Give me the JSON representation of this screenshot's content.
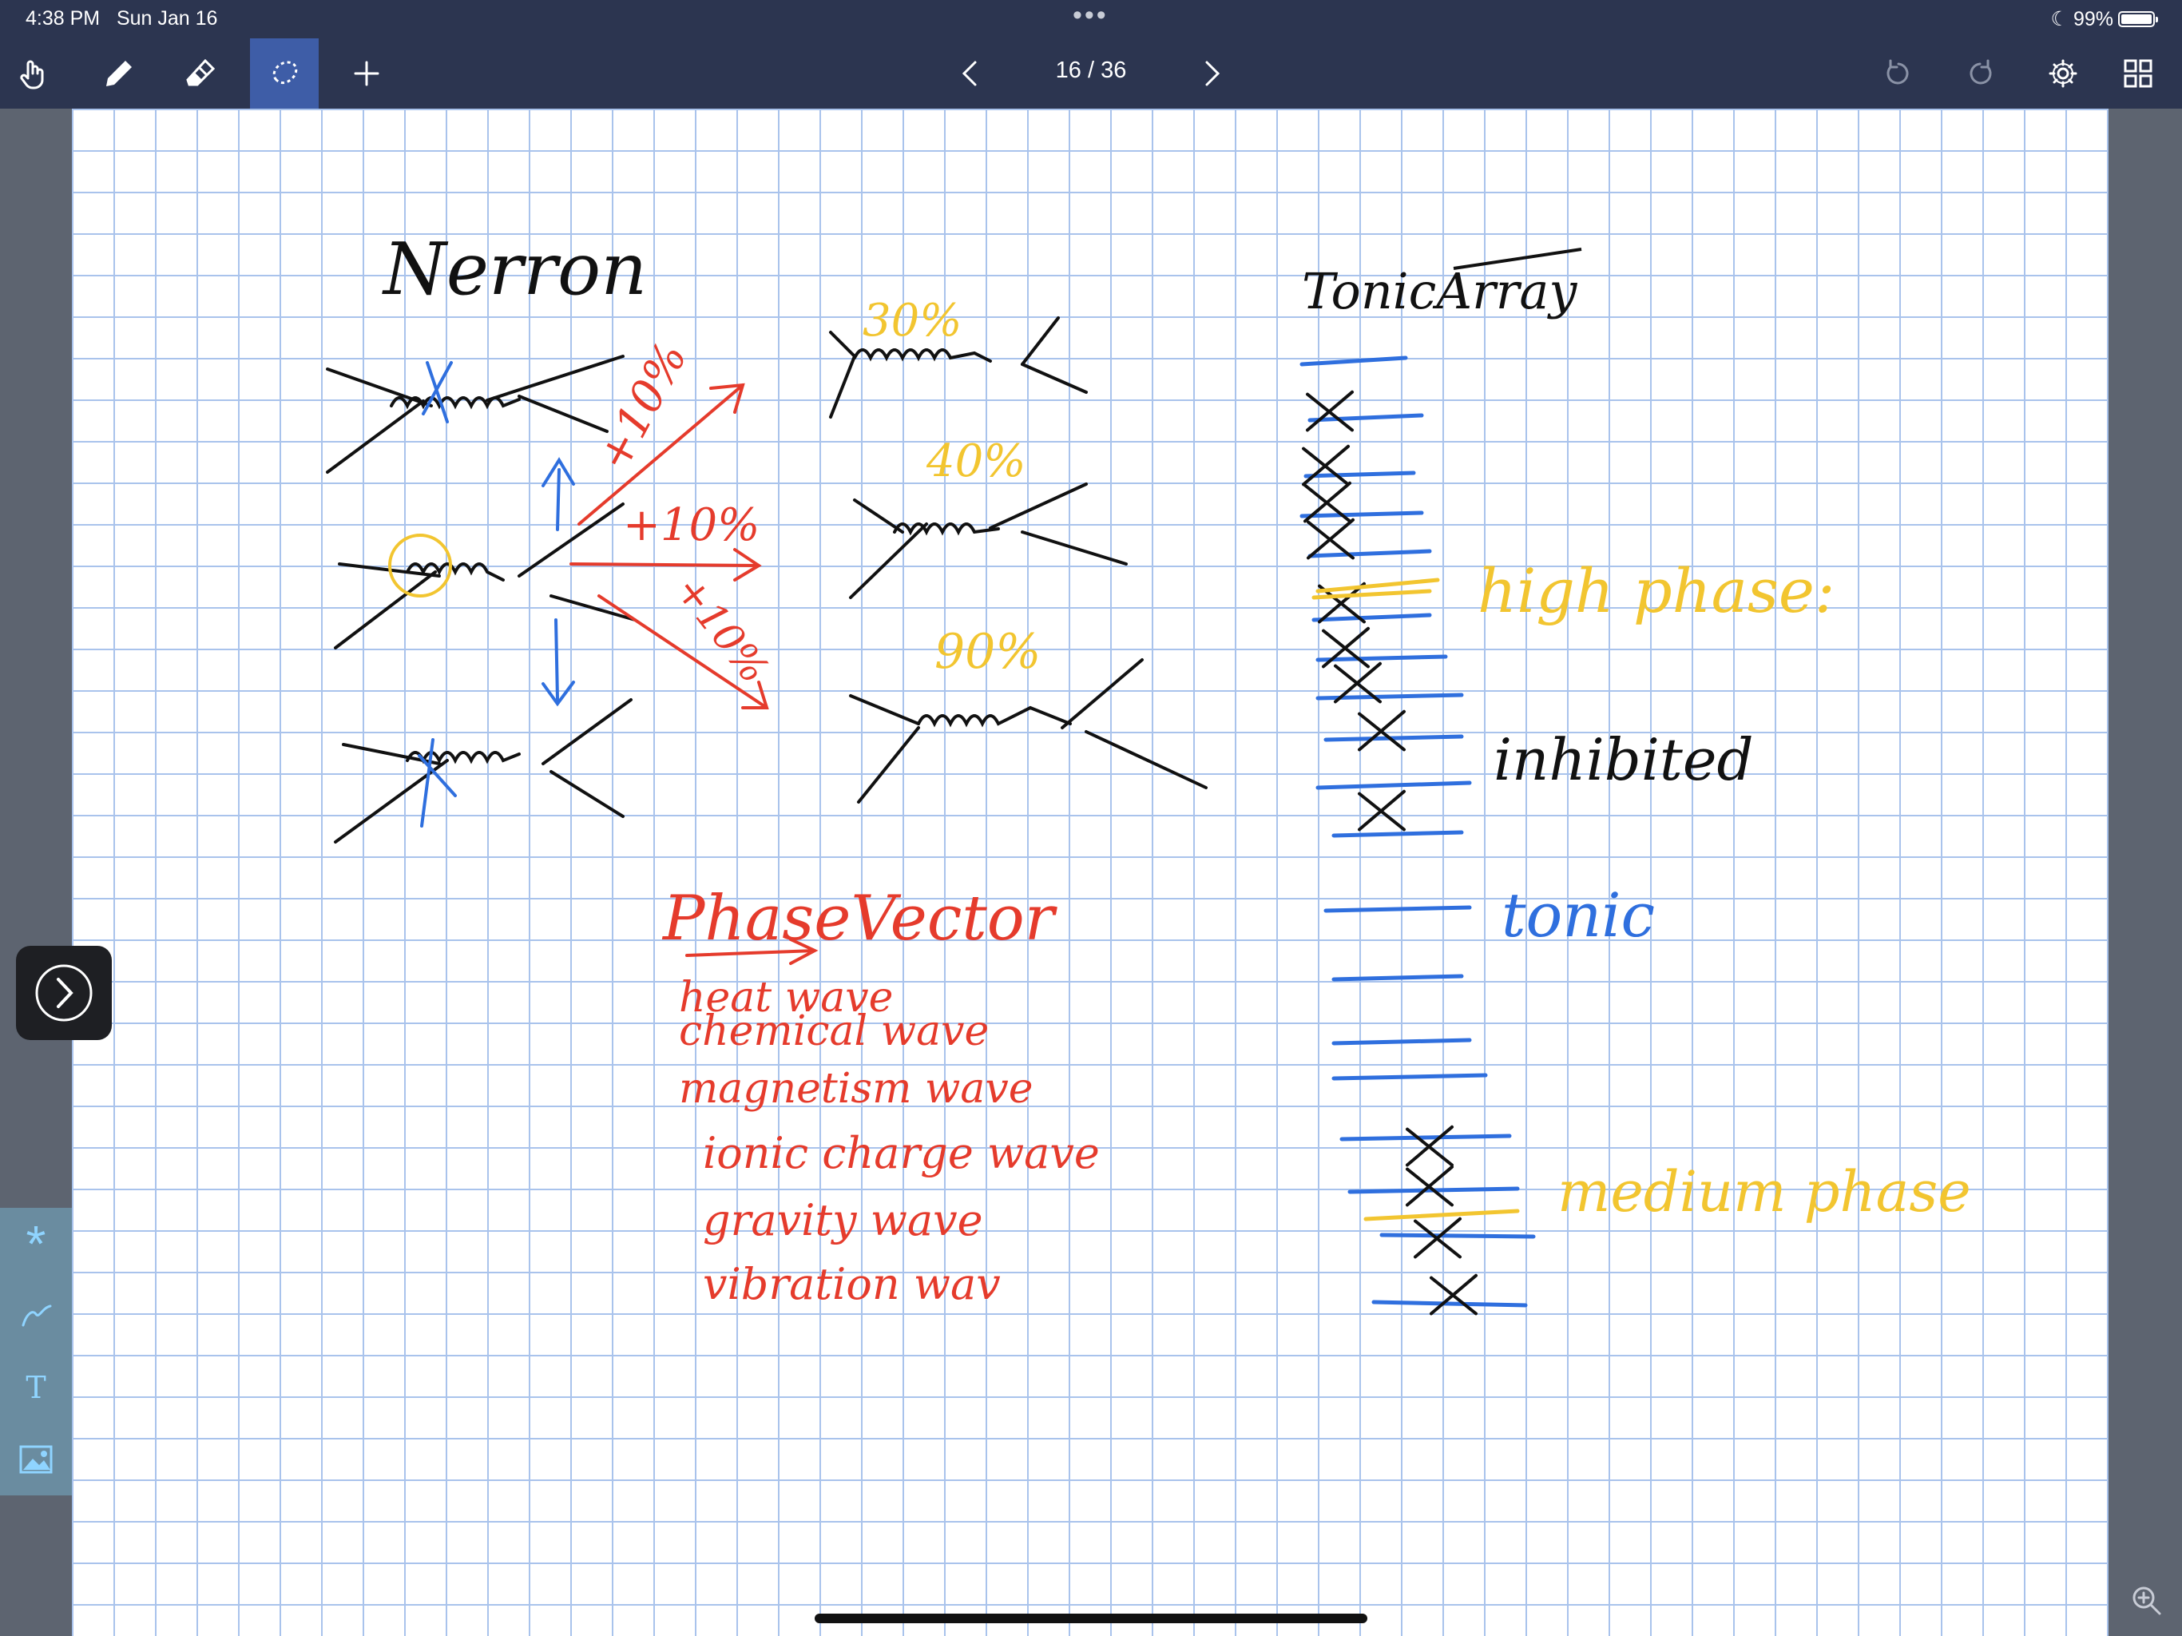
{
  "status_bar": {
    "time": "4:38 PM",
    "date": "Sun Jan 16",
    "dots": "•••",
    "battery_percent": "99%",
    "battery_level": 0.99
  },
  "toolbar": {
    "tools": [
      {
        "name": "hand-icon",
        "active": false
      },
      {
        "name": "pen-icon",
        "active": false
      },
      {
        "name": "eraser-icon",
        "active": false
      },
      {
        "name": "lasso-icon",
        "active": true
      },
      {
        "name": "plus-icon",
        "active": false
      }
    ],
    "page_indicator": "16 / 36",
    "right_tools": [
      "undo-icon",
      "redo-icon",
      "gear-icon",
      "grid-icon"
    ]
  },
  "notes": {
    "title": "Nerron",
    "array_title": "TonicArray",
    "percent_1": "30%",
    "percent_2": "40%",
    "percent_3": "90%",
    "plus_1": "+10%",
    "plus_2": "+10%",
    "plus_3": "+10%",
    "phase_vector": "PhaseVector",
    "list": [
      "heat wave",
      "chemical wave",
      "magnetism wave",
      "ionic charge wave",
      "gravity wave",
      "vibration wav"
    ],
    "high_phase": "high phase:",
    "inhibited": "inhibited",
    "tonic": "tonic",
    "medium_phase": "medium phase"
  },
  "side_palette": [
    "asterisk-icon",
    "ink-icon",
    "text-icon",
    "image-icon"
  ],
  "colors": {
    "toolbar": "#2c3550",
    "active_tool": "#3e5da7",
    "grid": "#a9c3ec",
    "ink_black": "#111111",
    "ink_blue": "#2f6fde",
    "ink_red": "#e53b2c",
    "ink_yellow": "#f2c530"
  }
}
